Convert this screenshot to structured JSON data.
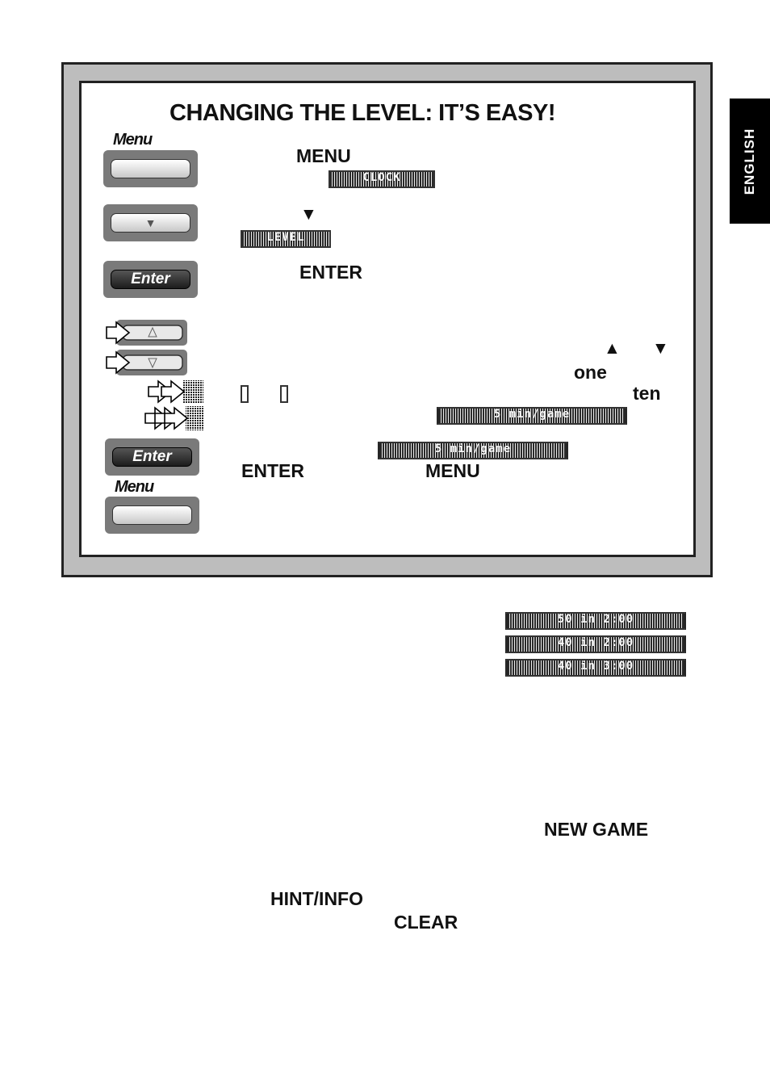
{
  "side_tab": "ENGLISH",
  "panel": {
    "title": "CHANGING THE LEVEL: IT’S EASY!",
    "step1": {
      "button_label": "Menu",
      "keyword": "MENU",
      "lcd": "CLOCK"
    },
    "step2": {
      "button_arrow": "▼",
      "keyword": "▼",
      "lcd": "LEVEL"
    },
    "step3": {
      "button_label": "Enter",
      "keyword": "ENTER"
    },
    "step4": {
      "up_arrow": "▲",
      "down_arrow": "▼",
      "arrow_up_text": "▲",
      "arrow_down_text": "▼",
      "one_text": "one",
      "ten_text": "ten",
      "lcd": "5 min/game"
    },
    "step5": {
      "button_label": "Enter",
      "lcd": "5 min/game",
      "keyword_enter": "ENTER",
      "keyword_menu": "MENU",
      "menu_label": "Menu"
    }
  },
  "lcd_examples": [
    "50 in 2:00",
    "40 in 2:00",
    "40 in 3:00"
  ],
  "keywords": {
    "new_game": "NEW GAME",
    "hint_info": "HINT/INFO",
    "clear": "CLEAR"
  },
  "icons": [
    "hand-press-icon",
    "up-arrow-icon",
    "down-arrow-icon"
  ]
}
